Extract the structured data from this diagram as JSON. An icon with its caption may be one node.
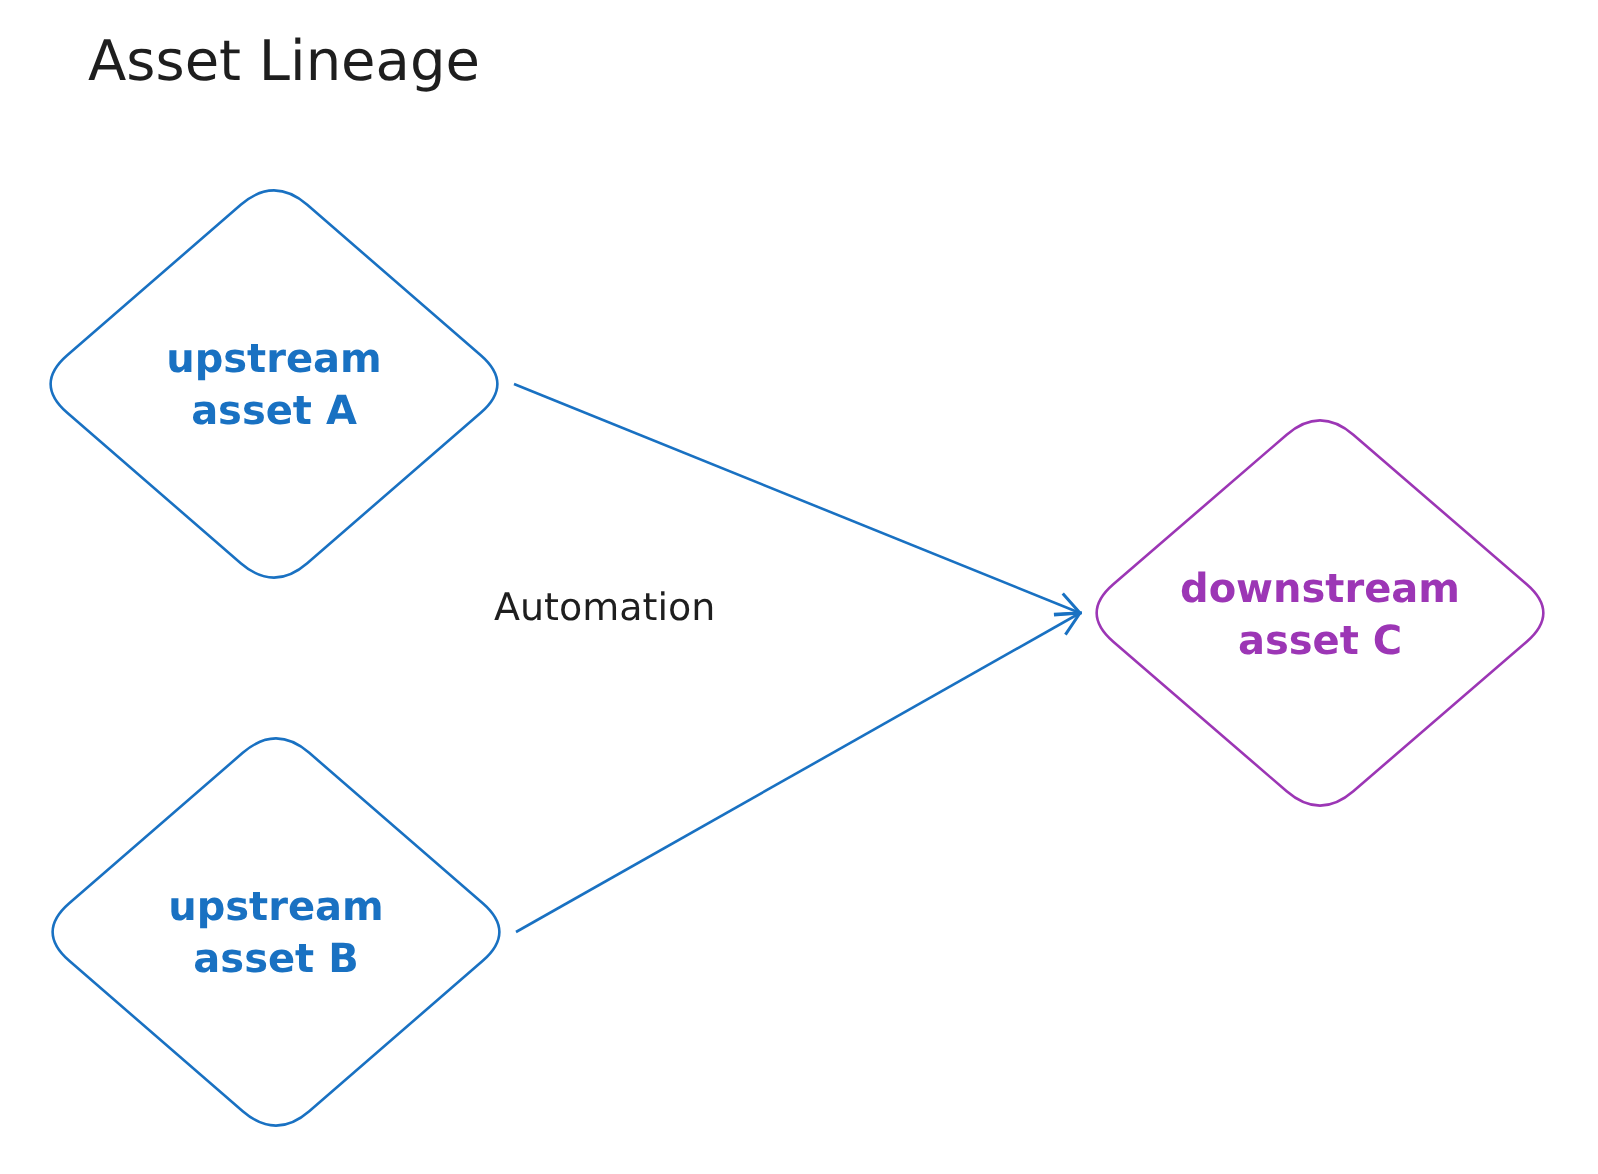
{
  "diagram": {
    "title": "Asset Lineage",
    "nodes": [
      {
        "text": [
          "upstream asset A"
        ]
      },
      {
        "text": [
          "upstream asset B"
        ]
      },
      {
        "text": [
          "downstream asset C"
        ]
      }
    ],
    "edges": [
      {
        "from": 0,
        "to": 2,
        "arrow": "to"
      },
      {
        "from": 1,
        "to": 2,
        "arrow": "to"
      }
    ],
    "labels": [
      "Automation"
    ]
  }
}
